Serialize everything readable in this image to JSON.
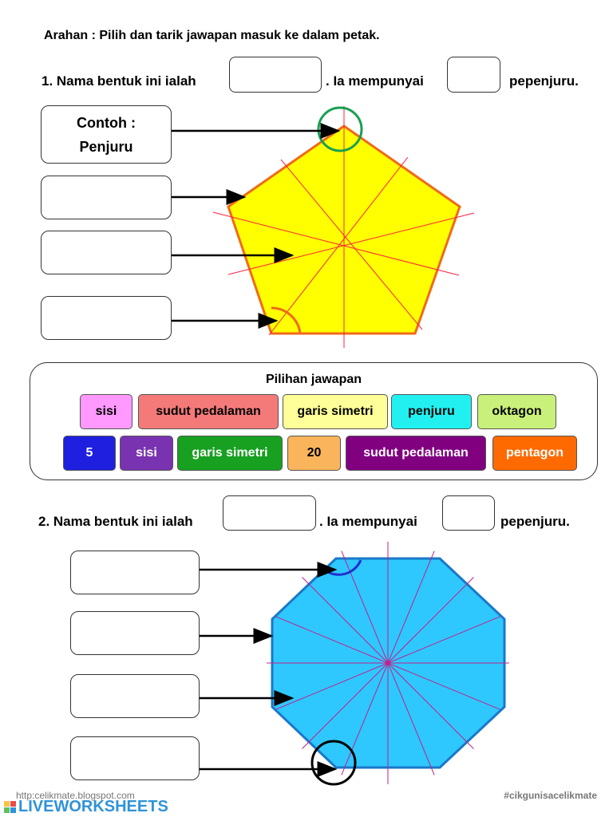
{
  "instruction": "Arahan : Pilih dan tarik jawapan masuk ke dalam petak.",
  "question1": {
    "prefix": "1. Nama bentuk ini ialah",
    "middle": ". Ia mempunyai",
    "suffix": "pepenjuru.",
    "example_label": "Contoh :",
    "example_value": "Penjuru"
  },
  "choices": {
    "title": "Pilihan jawapan",
    "row1": [
      {
        "label": "sisi",
        "bg": "#ff99ff",
        "color": "#000000"
      },
      {
        "label": "sudut pedalaman",
        "bg": "#f47a7a",
        "color": "#000000"
      },
      {
        "label": "garis simetri",
        "bg": "#ffff99",
        "color": "#000000"
      },
      {
        "label": "penjuru",
        "bg": "#22f0f0",
        "color": "#000000"
      },
      {
        "label": "oktagon",
        "bg": "#c9f07a",
        "color": "#000000"
      }
    ],
    "row2": [
      {
        "label": "5",
        "bg": "#1f1fe0",
        "color": "#ffffff"
      },
      {
        "label": "sisi",
        "bg": "#7a33b0",
        "color": "#ffffff"
      },
      {
        "label": "garis simetri",
        "bg": "#18a021",
        "color": "#ffffff"
      },
      {
        "label": "20",
        "bg": "#f9b45c",
        "color": "#000000"
      },
      {
        "label": "sudut pedalaman",
        "bg": "#800080",
        "color": "#ffffff"
      },
      {
        "label": "pentagon",
        "bg": "#ff6a00",
        "color": "#ffffff"
      }
    ]
  },
  "question2": {
    "prefix": "2. Nama bentuk ini ialah",
    "middle": ". Ia mempunyai",
    "suffix": "pepenjuru."
  },
  "shapes": {
    "pentagon_fill": "#ffff00",
    "pentagon_stroke": "#f06a1a",
    "pentagon_lines": "#ff2040",
    "octagon_fill": "#2ec8ff",
    "octagon_stroke": "#1a78c8",
    "octagon_lines": "#c0208a"
  },
  "footer": {
    "url": "http:celikmate.blogspot.com",
    "tag": "#cikgunisacelikmate",
    "logo": "LIVEWORKSHEETS"
  }
}
